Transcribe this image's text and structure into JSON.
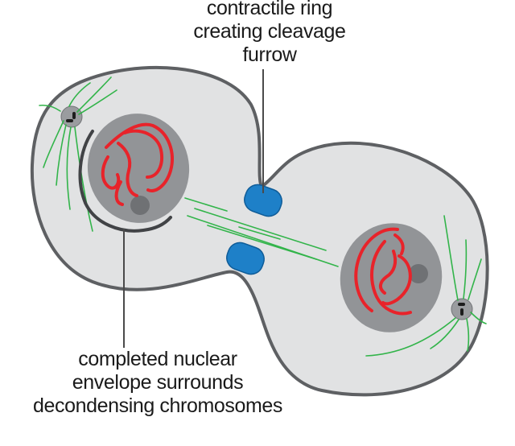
{
  "labels": {
    "contractile_ring": [
      "contractile ring",
      "creating cleavage",
      "furrow"
    ],
    "nuclear_envelope": [
      "completed nuclear",
      "envelope surrounds",
      "decondensing chromosomes"
    ]
  },
  "colors": {
    "cell_fill": "#e1e2e3",
    "cell_outline": "#5e6063",
    "nucleus_fill": "#929497",
    "nucleolus_fill": "#6f7174",
    "chromosome": "#e8232a",
    "spindle": "#32b44a",
    "contractile_ring": "#1e80c8",
    "contractile_ring_dark": "#0f5c98",
    "nuclear_envelope": "#414346",
    "leader_line": "#4a4a4a",
    "label_text": "#1a1a1a"
  }
}
